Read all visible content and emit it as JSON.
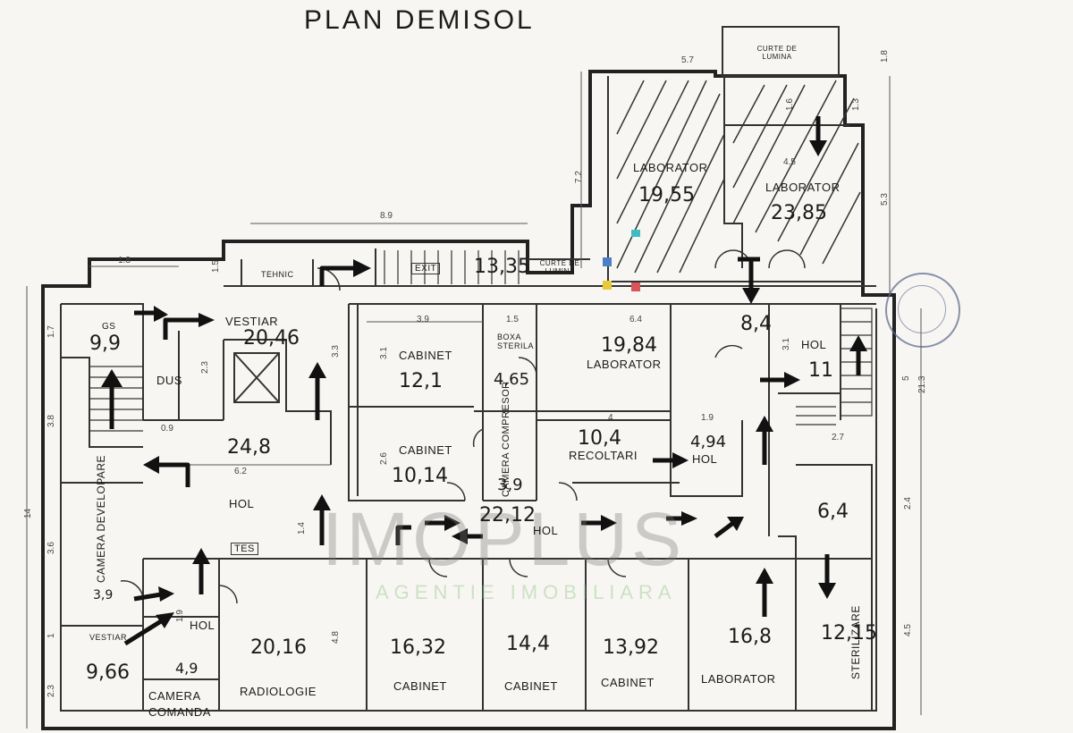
{
  "title": "PLAN DEMISOL",
  "watermark": {
    "brand": "IMOPLUS",
    "tagline": "AGENTIE IMOBILIARA"
  },
  "rooms": [
    {
      "id": "laborator-top-left",
      "label": "LABORATOR",
      "area": "19,55"
    },
    {
      "id": "laborator-top-right",
      "label": "LABORATOR",
      "area": "23,85"
    },
    {
      "id": "curte-top",
      "label": "CURTE DE LUMINA"
    },
    {
      "id": "tehnic",
      "label": "TEHNIC"
    },
    {
      "id": "lift-area",
      "area": "13,35"
    },
    {
      "id": "curte-mid",
      "label": "CURTE DE LUMINA"
    },
    {
      "id": "gs",
      "label": "GS",
      "area": "9,9"
    },
    {
      "id": "vestiar-top",
      "label": "VESTIAR",
      "area": "20,46"
    },
    {
      "id": "dus",
      "label": "DUS"
    },
    {
      "id": "cabinet-1",
      "label": "CABINET",
      "area": "12,1"
    },
    {
      "id": "boxa",
      "label": "BOXA STERILA",
      "area": "4,65"
    },
    {
      "id": "laborator-mid",
      "label": "LABORATOR",
      "area": "19,84"
    },
    {
      "id": "hol-right",
      "label": "HOL",
      "area": "11"
    },
    {
      "id": "hol-small-top",
      "area": "8,4"
    },
    {
      "id": "hol-main-left",
      "label": "HOL",
      "area": "24,8"
    },
    {
      "id": "cabinet-2",
      "label": "CABINET",
      "area": "10,14"
    },
    {
      "id": "camera-compresor",
      "label": "CAMERA COMPRESOR",
      "area": "3,9"
    },
    {
      "id": "recoltari",
      "label": "RECOLTARI",
      "area": "10,4"
    },
    {
      "id": "hol-small-mid",
      "label": "HOL",
      "area": "4,94"
    },
    {
      "id": "hol-corridor",
      "label": "HOL",
      "area": "22,12"
    },
    {
      "id": "room-64",
      "area": "6,4"
    },
    {
      "id": "camera-developare",
      "label": "CAMERA DEVELOPARE",
      "area": "3,9"
    },
    {
      "id": "vestiar-bottom",
      "label": "VESTIAR",
      "area": "9,66"
    },
    {
      "id": "hol-bottom",
      "label": "HOL",
      "area": "4,9"
    },
    {
      "id": "camera-comanda",
      "label": "CAMERA COMANDA"
    },
    {
      "id": "radiologie",
      "label": "RADIOLOGIE",
      "area": "20,16"
    },
    {
      "id": "cabinet-3",
      "label": "CABINET",
      "area": "16,32"
    },
    {
      "id": "cabinet-4",
      "label": "CABINET",
      "area": "14,4"
    },
    {
      "id": "cabinet-5",
      "label": "CABINET",
      "area": "13,92"
    },
    {
      "id": "laborator-bottom",
      "label": "LABORATOR",
      "area": "16,8"
    },
    {
      "id": "sterilizare",
      "label": "STERILIZARE",
      "area": "12,15"
    }
  ],
  "dimensions": {
    "d89": "8.9",
    "d18": "1.8",
    "d15": "1.5",
    "d72": "7.2",
    "d45": "4.5",
    "d53": "5.3",
    "d17": "1.7",
    "d39": "3.9",
    "d15b": "1.5",
    "d64": "6.4",
    "d31": "3.1",
    "d23": "2.3",
    "d33": "3.3",
    "d38": "3.8",
    "d09": "0.9",
    "d62": "6.2",
    "d26": "2.6",
    "d4": "4",
    "d19": "1.9",
    "d31b": "3.1",
    "d5": "5",
    "d213": "21.3",
    "d27": "2.7",
    "d14": "14",
    "d36": "3.6",
    "d14b": "1.4",
    "d24": "2.4",
    "d1": "1",
    "d19b": "1.9",
    "d23b": "2.3",
    "d48": "4.8",
    "d45b": "4.5",
    "d16": "1.6",
    "d13": "1.3",
    "d57": "5.7",
    "d18b": "1.8"
  },
  "signs": {
    "exit": "EXIT",
    "tes": "TES"
  }
}
